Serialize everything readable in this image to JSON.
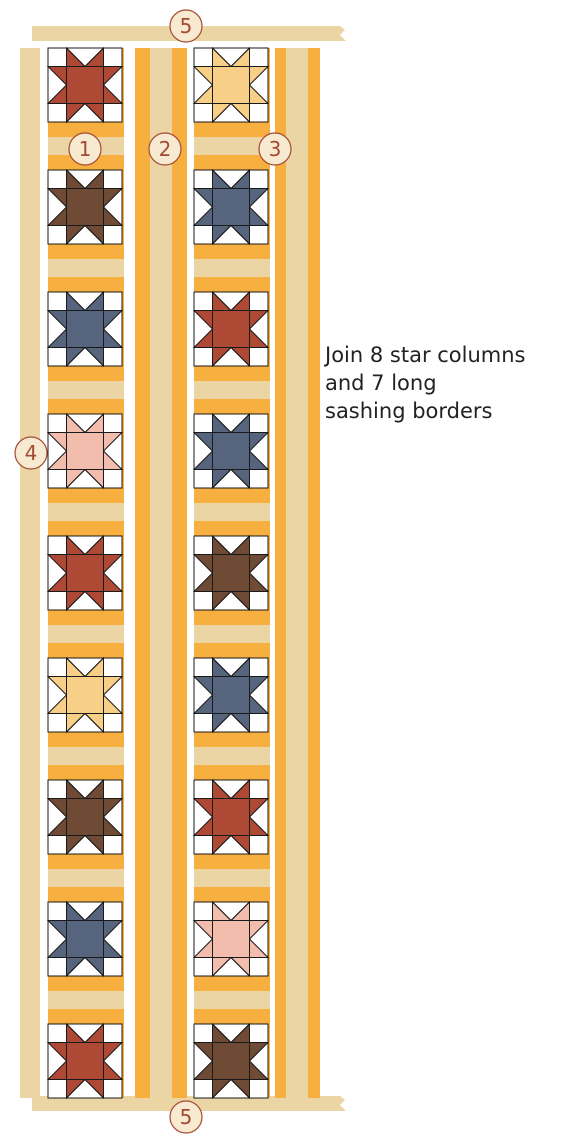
{
  "colors": {
    "orange": "#f7af3f",
    "tan": "#ecd5a5",
    "rust": "#ae4936",
    "brown": "#6f4b35",
    "slate": "#56657d",
    "gold": "#f8cf86",
    "pink": "#f3bdae",
    "outline": "#1a1a1a",
    "label_ring": "#a44a33",
    "label_fill": "#f7ead0"
  },
  "callouts": [
    "5",
    "1",
    "2",
    "3",
    "4",
    "5"
  ],
  "instruction": "Join  8 star columns\nand 7 long\nsashing borders",
  "star_columns": [
    {
      "name": "left",
      "blocks": [
        "rust",
        "brown",
        "slate",
        "pink",
        "rust",
        "gold",
        "brown",
        "slate",
        "rust"
      ]
    },
    {
      "name": "right",
      "blocks": [
        "gold",
        "slate",
        "rust",
        "slate",
        "brown",
        "slate",
        "rust",
        "pink",
        "brown"
      ]
    }
  ]
}
